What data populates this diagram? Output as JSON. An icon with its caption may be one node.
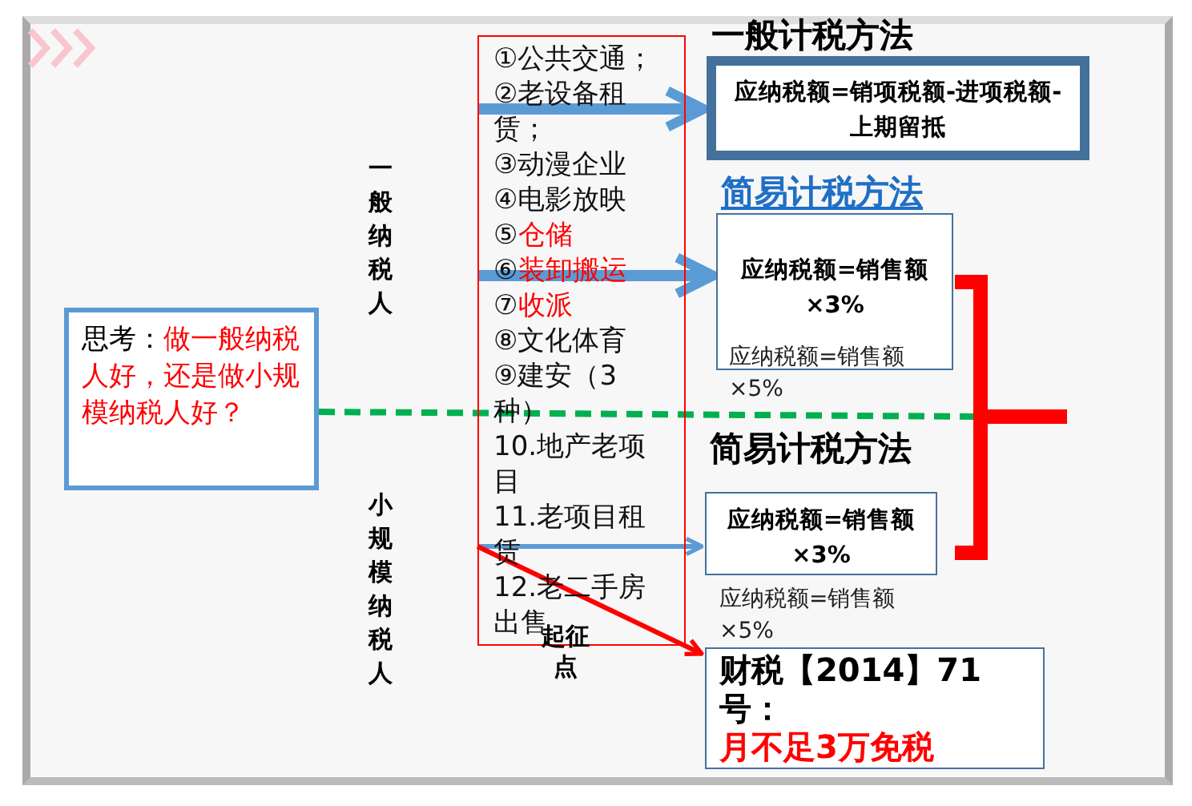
{
  "diagram": {
    "nodes": [
      {
        "text": [
          "①公共交通；",
          "②老设备租赁；",
          "③动漫企业",
          "④电影放映",
          "⑤仓储",
          "⑥装卸搬运",
          "⑦收派",
          "⑧文化体育",
          "⑨建安（3种）",
          "10.地产老项目",
          "11.老项目租赁",
          "12.老二手房出售"
        ]
      },
      {
        "text": [
          "一般计税方法",
          "应纳税额=销项税额-进项税额-上期留抵"
        ]
      },
      {
        "text": [
          "简易计税方法",
          "应纳税额=销售额×3%",
          "应纳税额=销售额×5%"
        ]
      },
      {
        "text": [
          "简易计税方法",
          "应纳税额=销售额×3%"
        ],
        "beside": [
          "应纳税额=销售额×5%"
        ]
      },
      {
        "text": [
          "财税【2014】71号：",
          "月不足3万免税"
        ]
      },
      {
        "text": [
          "思考：",
          "做一般纳税人好，还是做小规模纳税人好？"
        ]
      }
    ],
    "edges": [
      {
        "from": 0,
        "to": 1,
        "arrow": "to",
        "style": "thick"
      },
      {
        "from": 0,
        "to": 2,
        "arrow": "to",
        "style": "thick"
      },
      {
        "from": 0,
        "to": 3,
        "arrow": "to"
      },
      {
        "from": 0,
        "to": 4,
        "arrow": "to",
        "color": "#ff0000"
      }
    ],
    "labels": [
      "一般纳税人",
      "小规模纳税人",
      "起征点"
    ]
  }
}
